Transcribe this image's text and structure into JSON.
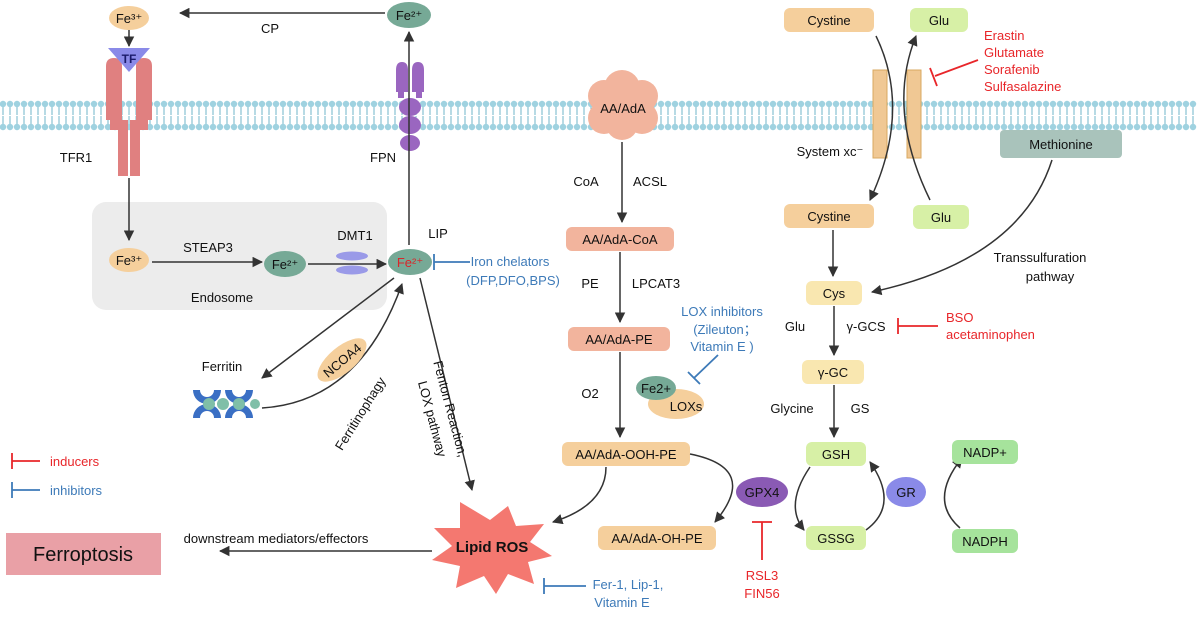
{
  "colors": {
    "membrane_head": "#9fd2e0",
    "membrane_tail": "#6fb4c8",
    "peach": "#f5cf9c",
    "salmon": "#f2b49d",
    "green_light": "#d7f0a6",
    "green_dark": "#a6e39c",
    "teal": "#76a996",
    "gray_box": "#a9c3bb",
    "inducer": "#e8262a",
    "inhibitor": "#3d7ab8",
    "transporter": "#f0c894",
    "tfr1": "#e08080",
    "fpn": "#9a66c0",
    "tf": "#8a8ae8",
    "gpx4": "#8a5ab4",
    "gr": "#8a8ae8",
    "ferritin": "#3a6fc4",
    "ferritin_dot": "#7fbfa8",
    "dmt1": "#9a9ae8",
    "ferroptosis": "#e9a0a6",
    "ros": "#f47870"
  },
  "iron": {
    "fe3_top": "Fe³⁺",
    "tf": "TF",
    "cp": "CP",
    "fe2_top": "Fe²⁺",
    "tfr1": "TFR1",
    "fpn": "FPN",
    "fe3_endo": "Fe³⁺",
    "steap3": "STEAP3",
    "fe2_endo": "Fe²⁺",
    "dmt1": "DMT1",
    "lip_fe2": "Fe²⁺",
    "lip": "LIP",
    "endosome": "Endosome",
    "ferritin": "Ferritin",
    "ncoa4": "NCOA4",
    "ferritinophagy": "Ferritinophagy",
    "fenton1": "Fenton Reaction,",
    "fenton2": "LOX pathway"
  },
  "lipid": {
    "aa": "AA/AdA",
    "coa": "CoA",
    "acsl": "ACSL",
    "aa_coa": "AA/AdA-CoA",
    "pe": "PE",
    "lpcat3": "LPCAT3",
    "aa_pe": "AA/AdA-PE",
    "o2": "O2",
    "fe2_lox": "Fe2+",
    "loxs": "LOXs",
    "aa_ooh": "AA/AdA-OOH-PE",
    "aa_oh": "AA/AdA-OH-PE",
    "lipid_ros": "Lipid ROS",
    "ferroptosis": "Ferroptosis",
    "downstream": "downstream mediators/effectors"
  },
  "gsh": {
    "cystine_out": "Cystine",
    "glu_out": "Glu",
    "system_xc": "System xc⁻",
    "cystine_in": "Cystine",
    "glu_in": "Glu",
    "methionine": "Methionine",
    "transsulfuration1": "Transsulfuration",
    "transsulfuration2": "pathway",
    "cys": "Cys",
    "glu_side": "Glu",
    "gcs": "γ-GCS",
    "gc": "γ-GC",
    "glycine": "Glycine",
    "gs": "GS",
    "gsh": "GSH",
    "gssg": "GSSG",
    "gpx4": "GPX4",
    "gr": "GR",
    "nadp": "NADP+",
    "nadph": "NADPH"
  },
  "inducers": {
    "xc_1": "Erastin",
    "xc_2": "Glutamate",
    "xc_3": "Sorafenib",
    "xc_4": "Sulfasalazine",
    "gcs_1": "BSO",
    "gcs_2": "acetaminophen",
    "gpx4_1": "RSL3",
    "gpx4_2": "FIN56"
  },
  "inhibitors": {
    "chel_1": "Iron chelators",
    "chel_2": "(DFP,DFO,BPS)",
    "lox_1": "LOX inhibitors",
    "lox_2": "(Zileuton；",
    "lox_3": "Vitamin  E )",
    "fer_1": "Fer-1, Lip-1,",
    "fer_2": "Vitamin E"
  },
  "legend": {
    "inducers": "inducers",
    "inhibitors": "inhibitors"
  }
}
